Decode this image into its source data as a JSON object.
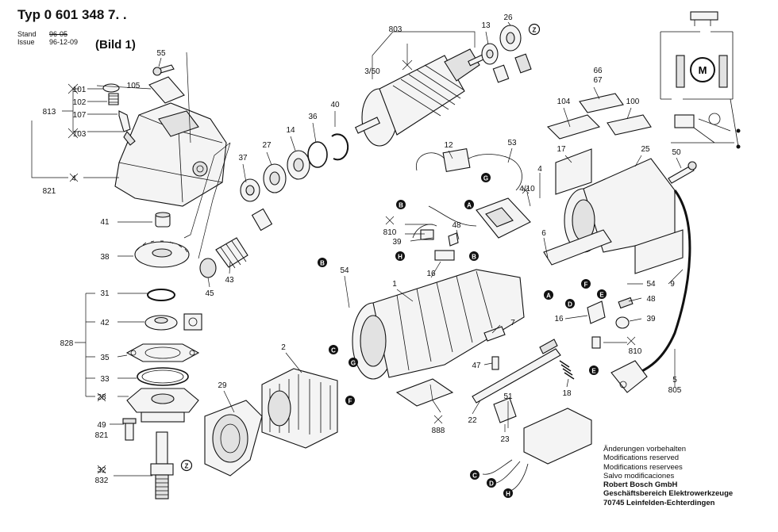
{
  "header": {
    "type_label": "Typ 0 601 348 7. .",
    "stand_label": "Stand",
    "stand_date": "96-05",
    "issue_label": "Issue",
    "issue_date": "96-12-09",
    "figure": "(Bild 1)"
  },
  "parts": {
    "p55": "55",
    "p105": "105",
    "p101": "101",
    "p102": "102",
    "p107": "107",
    "p103": "103",
    "p813": "813",
    "p821a": "821",
    "p4x": "4",
    "p41": "41",
    "p38": "38",
    "p31": "31",
    "p42": "42",
    "p828": "828",
    "p35": "35",
    "p33": "33",
    "p28": "28",
    "p49": "49",
    "p821b": "821",
    "p32": "32",
    "p832": "832",
    "p37": "37",
    "p27": "27",
    "p14": "14",
    "p36": "36",
    "p40": "40",
    "p43": "43",
    "p45": "45",
    "p803": "803",
    "p350": "3/50",
    "p13": "13",
    "p26": "26",
    "p12": "12",
    "p53": "53",
    "p4": "4",
    "p410": "4/10",
    "p810a": "810",
    "p39a": "39",
    "p48a": "48",
    "p16a": "16",
    "p54a": "54",
    "p6": "6",
    "p1": "1",
    "p2": "2",
    "p29": "29",
    "p104": "104",
    "p66": "66",
    "p67": "67",
    "p100": "100",
    "p17": "17",
    "p25": "25",
    "p50": "50",
    "p54b": "54",
    "p9": "9",
    "p48b": "48",
    "p16b": "16",
    "p39b": "39",
    "p810b": "810",
    "p7": "7",
    "p47": "47",
    "p18": "18",
    "p5": "5",
    "p805": "805",
    "p888": "888",
    "p22": "22",
    "p51": "51",
    "p23": "23"
  },
  "markers": {
    "A": "A",
    "B": "B",
    "C": "C",
    "D": "D",
    "E": "E",
    "F": "F",
    "G": "G",
    "H": "H",
    "Z": "Z"
  },
  "motor_symbol": "M",
  "notes": {
    "de": "Änderungen vorbehalten",
    "en": "Modifications reserved",
    "fr": "Modifications reservees",
    "es": "Salvo modificaciones",
    "company": "Robert Bosch GmbH",
    "division": "Geschäftsbereich Elektrowerkzeuge",
    "address": "70745 Leinfelden-Echterdingen"
  }
}
